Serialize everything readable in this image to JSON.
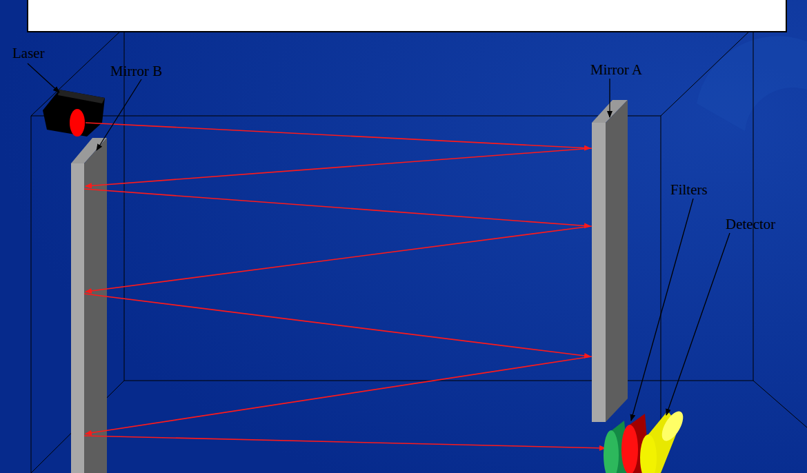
{
  "diagram": {
    "labels": [
      "Laser",
      "Mirror B",
      "Mirror A",
      "Filters",
      "Detector"
    ]
  }
}
